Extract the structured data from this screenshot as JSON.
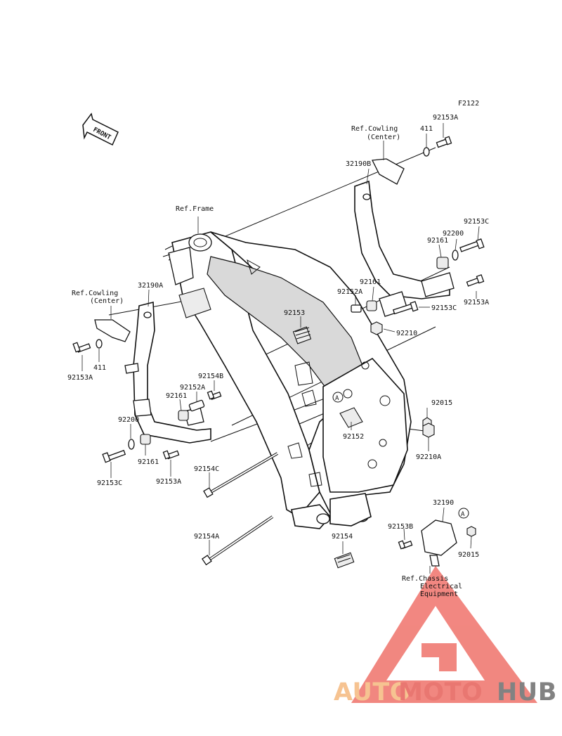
{
  "figure_code": "F2122",
  "front_label": "FRONT",
  "callout_marker": "A",
  "references": {
    "frame": "Ref.Frame",
    "cowling_right_line1": "Ref.Cowling",
    "cowling_right_line2": "(Center)",
    "cowling_left_line1": "Ref.Cowling",
    "cowling_left_line2": "(Center)",
    "chassis_line1": "Ref.Chassis",
    "chassis_line2": "Electrical",
    "chassis_line3": "Equipment"
  },
  "parts": {
    "p_92153A_top": "92153A",
    "p_411_top": "411",
    "p_32190B": "32190B",
    "p_92153C_right": "92153C",
    "p_92200_right": "92200",
    "p_92161_right": "92161",
    "p_92161_mid": "92161",
    "p_92152A_right": "92152A",
    "p_92153C_mid": "92153C",
    "p_92153A_right": "92153A",
    "p_92210": "92210",
    "p_92153": "92153",
    "p_32190A": "32190A",
    "p_92153A_left": "92153A",
    "p_411_left": "411",
    "p_92154B": "92154B",
    "p_92152A_left": "92152A",
    "p_92161_left_top": "92161",
    "p_92200_left": "92200",
    "p_92161_left": "92161",
    "p_92153C_left": "92153C",
    "p_92153A_bottom": "92153A",
    "p_92154C": "92154C",
    "p_92152": "92152",
    "p_92015_top": "92015",
    "p_92210A": "92210A",
    "p_32190": "32190",
    "p_92153B": "92153B",
    "p_92015_bottom": "92015",
    "p_92154A": "92154A",
    "p_92154": "92154"
  },
  "watermark": {
    "part1": "AUTO",
    "part2": "MOTO",
    "part3": "HUB",
    "color_light": "#f6c08c",
    "color_red": "#e8706a",
    "color_gray": "#7c7c7c"
  }
}
